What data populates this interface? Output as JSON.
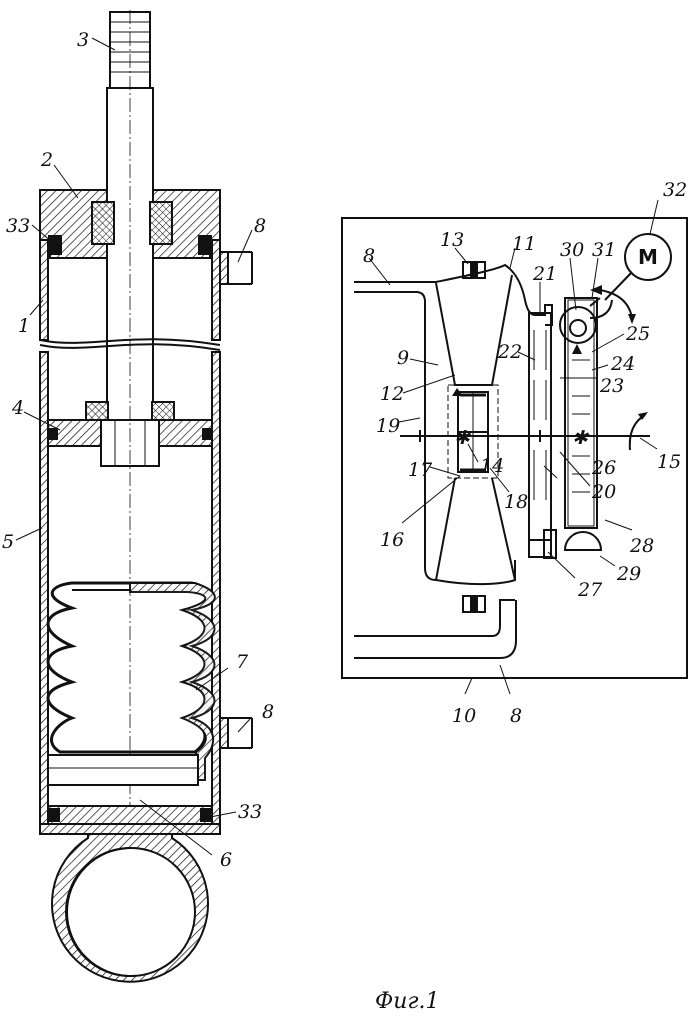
{
  "caption": "Фиг.1",
  "motor_symbol": "M",
  "labels": {
    "n1": "1",
    "n2": "2",
    "n3": "3",
    "n4": "4",
    "n5": "5",
    "n6": "6",
    "n7": "7",
    "n8a": "8",
    "n8b": "8",
    "n8c": "8",
    "n8d": "8",
    "n9": "9",
    "n10": "10",
    "n11": "11",
    "n12": "12",
    "n13": "13",
    "n14": "14",
    "n15": "15",
    "n16": "16",
    "n17": "17",
    "n18": "18",
    "n19": "19",
    "n20": "20",
    "n21": "21",
    "n22": "22",
    "n23": "23",
    "n24": "24",
    "n25": "25",
    "n26": "26",
    "n27": "27",
    "n28": "28",
    "n29": "29",
    "n30": "30",
    "n31": "31",
    "n32": "32",
    "n33a": "33",
    "n33b": "33"
  }
}
